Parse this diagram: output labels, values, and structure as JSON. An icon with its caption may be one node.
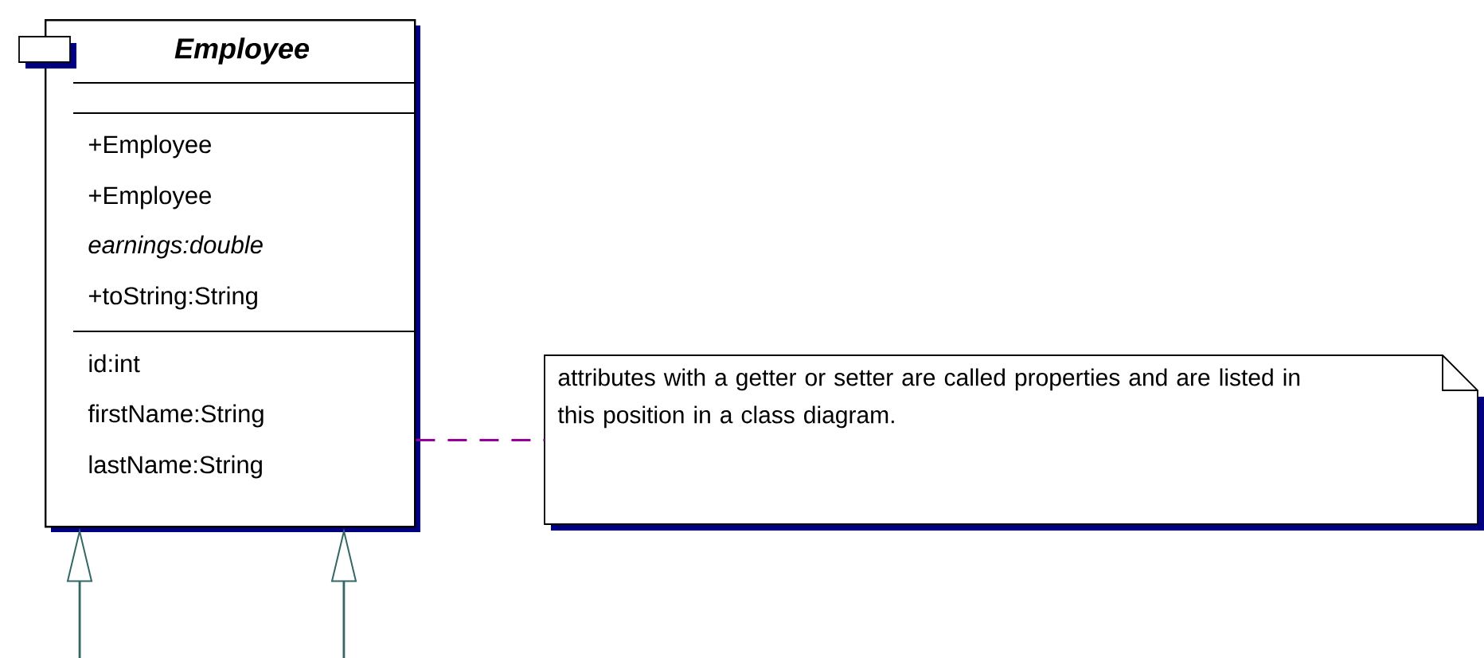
{
  "diagram": {
    "nodes": [
      {
        "text": [
          "Employee",
          "+Employee",
          "+Employee",
          "earnings:double",
          "+toString:String",
          "id:int",
          "firstName:String",
          "lastName:String"
        ]
      },
      {
        "text": [
          "attributes with a getter or setter are called properties and are listed in this position in a class diagram."
        ]
      }
    ],
    "edges": [
      {
        "from": 0,
        "to": 1,
        "arrow": "none",
        "style": "dashed",
        "color": "#990099"
      },
      {
        "from": null,
        "to": 0,
        "arrow": "to"
      },
      {
        "from": null,
        "to": 0,
        "arrow": "to"
      }
    ]
  }
}
